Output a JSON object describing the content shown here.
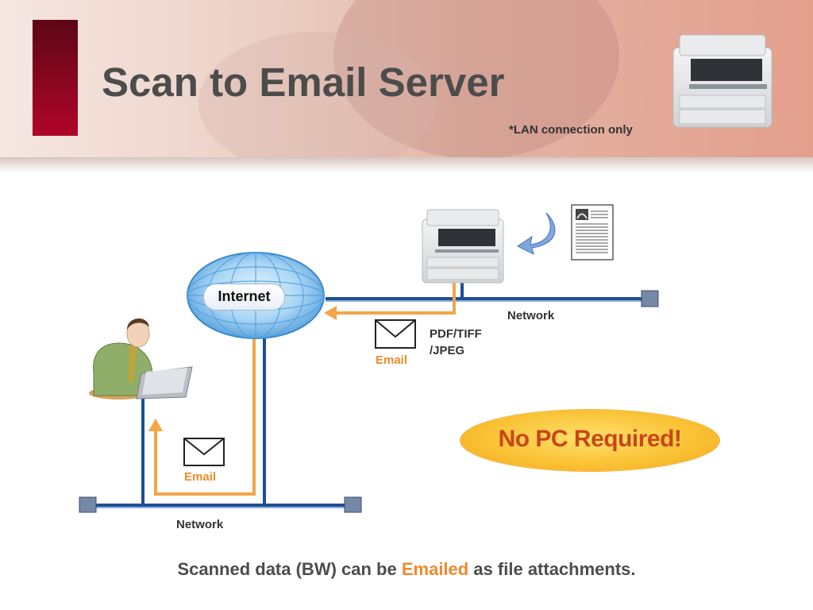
{
  "header": {
    "title": "Scan to Email Server",
    "note": "*LAN connection only"
  },
  "diagram": {
    "internet_label": "Internet",
    "network_right_label": "Network",
    "network_bottom_label": "Network",
    "format_line1": "PDF/TIFF",
    "format_line2": "/JPEG",
    "email_label_top": "Email",
    "email_label_bottom": "Email",
    "callout": "No PC Required!"
  },
  "footer": {
    "text_before": "Scanned data (BW) can be ",
    "text_highlight": "Emailed",
    "text_after": " as file attachments."
  },
  "colors": {
    "network_line": "#1e4f96",
    "email_path": "#f2a54a",
    "accent_orange": "#ee8a2c",
    "title_red_bar": "#a3052a"
  }
}
